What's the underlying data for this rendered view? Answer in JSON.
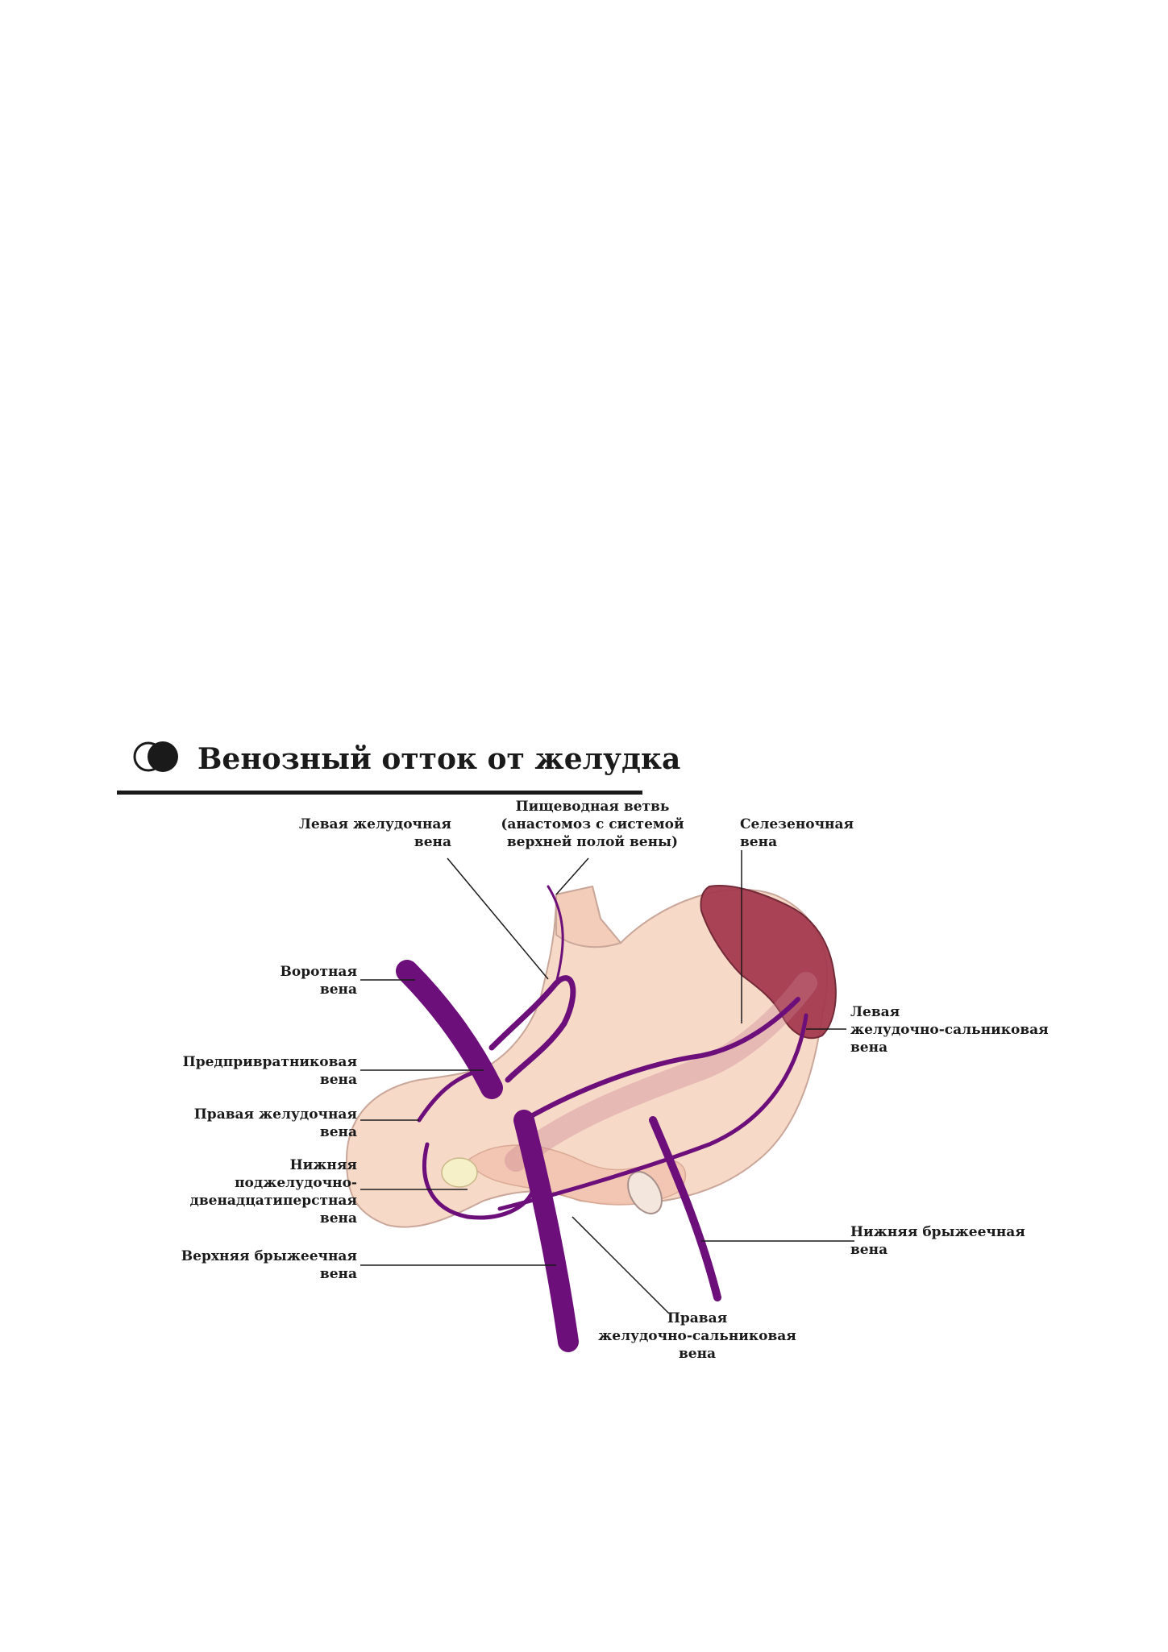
{
  "title": "Венозный отток от желудка",
  "colors": {
    "vein": "#6c0f7a",
    "stomach": "#f7d9c8",
    "stomach_outline": "#c9a79a",
    "spleen": "#a53a4f",
    "pancreas": "#f2c4b0",
    "text": "#1a1a1a"
  },
  "labels": {
    "left_gastric": "Левая желудочная\nвена",
    "esophageal": "Пищеводная ветвь\n(анастомоз с системой\nверхней полой вены)",
    "splenic": "Селезеночная\nвена",
    "portal": "Воротная\nвена",
    "left_gastroepiploic": "Левая\nжелудочно-сальниковая\nвена",
    "prepyloric": "Предпривратниковая\nвена",
    "right_gastric": "Правая желудочная\nвена",
    "inferior_pancreaticoduodenal": "Нижняя\nподжелудочно-\nдвенадцатиперстная\nвена",
    "superior_mesenteric": "Верхняя брыжеечная\nвена",
    "inferior_mesenteric": "Нижняя брыжеечная\nвена",
    "right_gastroepiploic": "Правая\nжелудочно-сальниковая\nвена"
  }
}
